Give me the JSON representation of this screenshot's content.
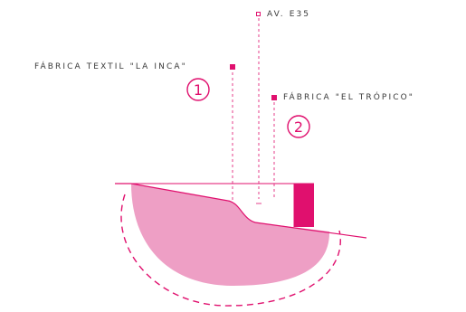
{
  "colors": {
    "accent": "#e0106e",
    "section_fill": "#ee9fc5",
    "text": "#3a3a3a"
  },
  "labels": {
    "av": "AV. E35",
    "fabrica_inca": "FÁBRICA TEXTIL \"LA INCA\"",
    "fabrica_tropico": "FÁBRICA \"EL TRÓPICO\""
  },
  "markers": {
    "one": "1",
    "two": "2"
  }
}
